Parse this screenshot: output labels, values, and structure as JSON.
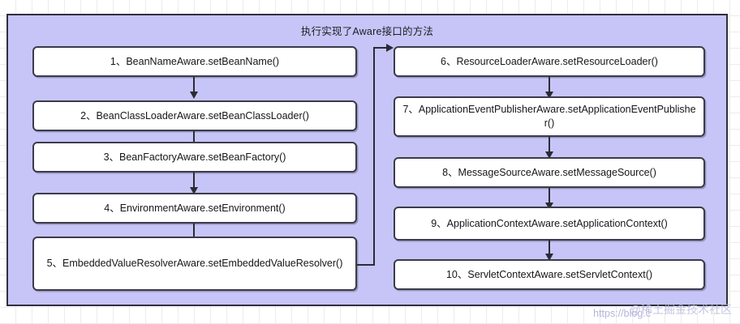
{
  "diagram": {
    "title": "执行实现了Aware接口的方法",
    "panel_color": "#c7c5f7",
    "node_fill": "#ffffff",
    "node_border": "#3b3b4a",
    "connector_color": "#2b2b36",
    "background": "#ffffff",
    "grid_color": "#ececec",
    "left_column": [
      {
        "id": 1,
        "label": "1、BeanNameAware.setBeanName()"
      },
      {
        "id": 2,
        "label": "2、BeanClassLoaderAware.setBeanClassLoader()"
      },
      {
        "id": 3,
        "label": "3、BeanFactoryAware.setBeanFactory()"
      },
      {
        "id": 4,
        "label": "4、EnvironmentAware.setEnvironment()"
      },
      {
        "id": 5,
        "label": "5、EmbeddedValueResolverAware.setEmbeddedValueResolver()"
      }
    ],
    "right_column": [
      {
        "id": 6,
        "label": "6、ResourceLoaderAware.setResourceLoader()"
      },
      {
        "id": 7,
        "label": "7、ApplicationEventPublisherAware.setApplicationEventPublisher()"
      },
      {
        "id": 8,
        "label": "8、MessageSourceAware.setMessageSource()"
      },
      {
        "id": 9,
        "label": "9、ApplicationContextAware.setApplicationContext()"
      },
      {
        "id": 10,
        "label": "10、ServletContextAware.setServletContext()"
      }
    ]
  },
  "watermark": {
    "url": "https://blog.c",
    "brand": "@稀土掘金技术社区"
  }
}
